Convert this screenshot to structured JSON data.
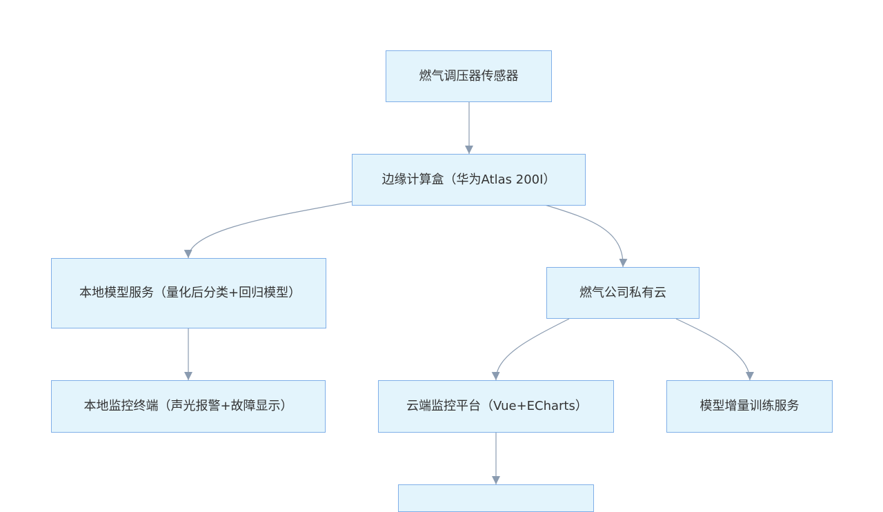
{
  "nodes": {
    "sensor": "燃气调压器传感器",
    "edge_box": "边缘计算盒（华为Atlas 200I）",
    "local_model": "本地模型服务（量化后分类+回归模型）",
    "private_cloud": "燃气公司私有云",
    "local_terminal": "本地监控终端（声光报警+故障显示）",
    "cloud_platform": "云端监控平台（Vue+ECharts）",
    "model_training": "模型增量训练服务",
    "bottom": ""
  },
  "colors": {
    "node_fill": "#e3f4fc",
    "node_border": "#7eaee8",
    "edge": "#8a9bb0",
    "text": "#333333"
  }
}
